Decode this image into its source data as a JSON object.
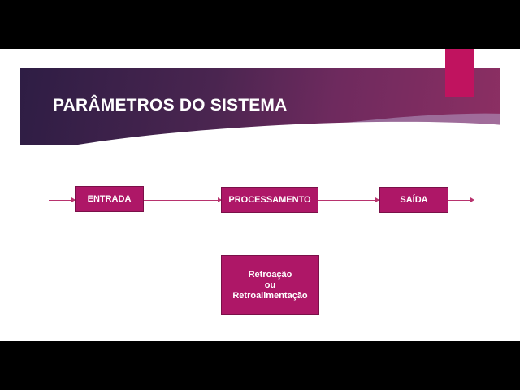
{
  "slide": {
    "title": "PARÂMETROS DO SISTEMA",
    "flow": {
      "input_label": "ENTRADA",
      "process_label": "PROCESSAMENTO",
      "output_label": "SAÍDA"
    },
    "feedback": {
      "line1": "Retroação",
      "line2": "ou",
      "line3": "Retroalimentação"
    }
  },
  "colors": {
    "accent": "#c0135f",
    "box_fill": "#ae1767",
    "banner_dark": "#2e1d44",
    "banner_light": "#8c2f63"
  }
}
